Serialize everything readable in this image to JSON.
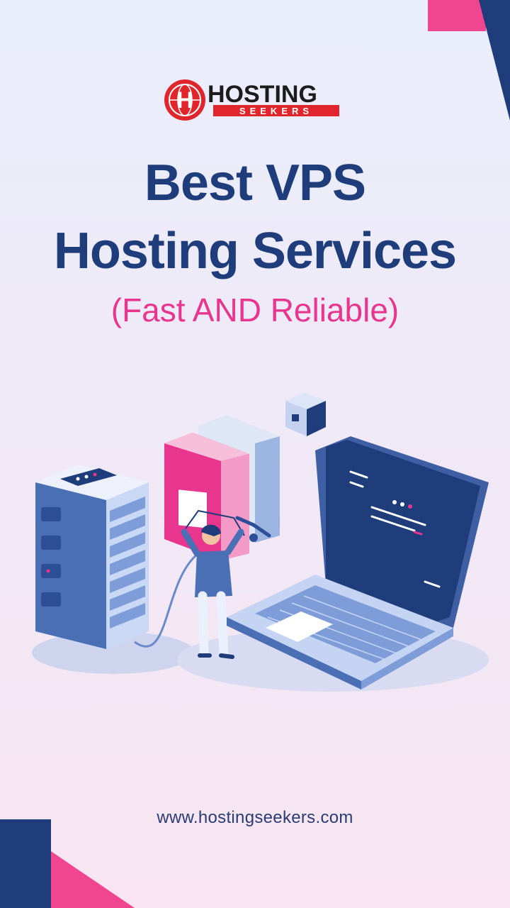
{
  "brand": {
    "name_top": "HOSTING",
    "name_bottom": "SEEKERS",
    "logo_letter": "H",
    "colors": {
      "primary": "#1e3d7a",
      "accent": "#e8368f",
      "logo_red": "#e0262c"
    }
  },
  "heading": {
    "line1": "Best VPS",
    "line2": "Hosting Services",
    "subtitle": "(Fast AND Reliable)"
  },
  "footer": {
    "website": "www.hostingseekers.com"
  },
  "illustration": {
    "icons": [
      "server-rack-icon",
      "book-icon",
      "person-icon",
      "laptop-icon",
      "cube-icon"
    ]
  }
}
